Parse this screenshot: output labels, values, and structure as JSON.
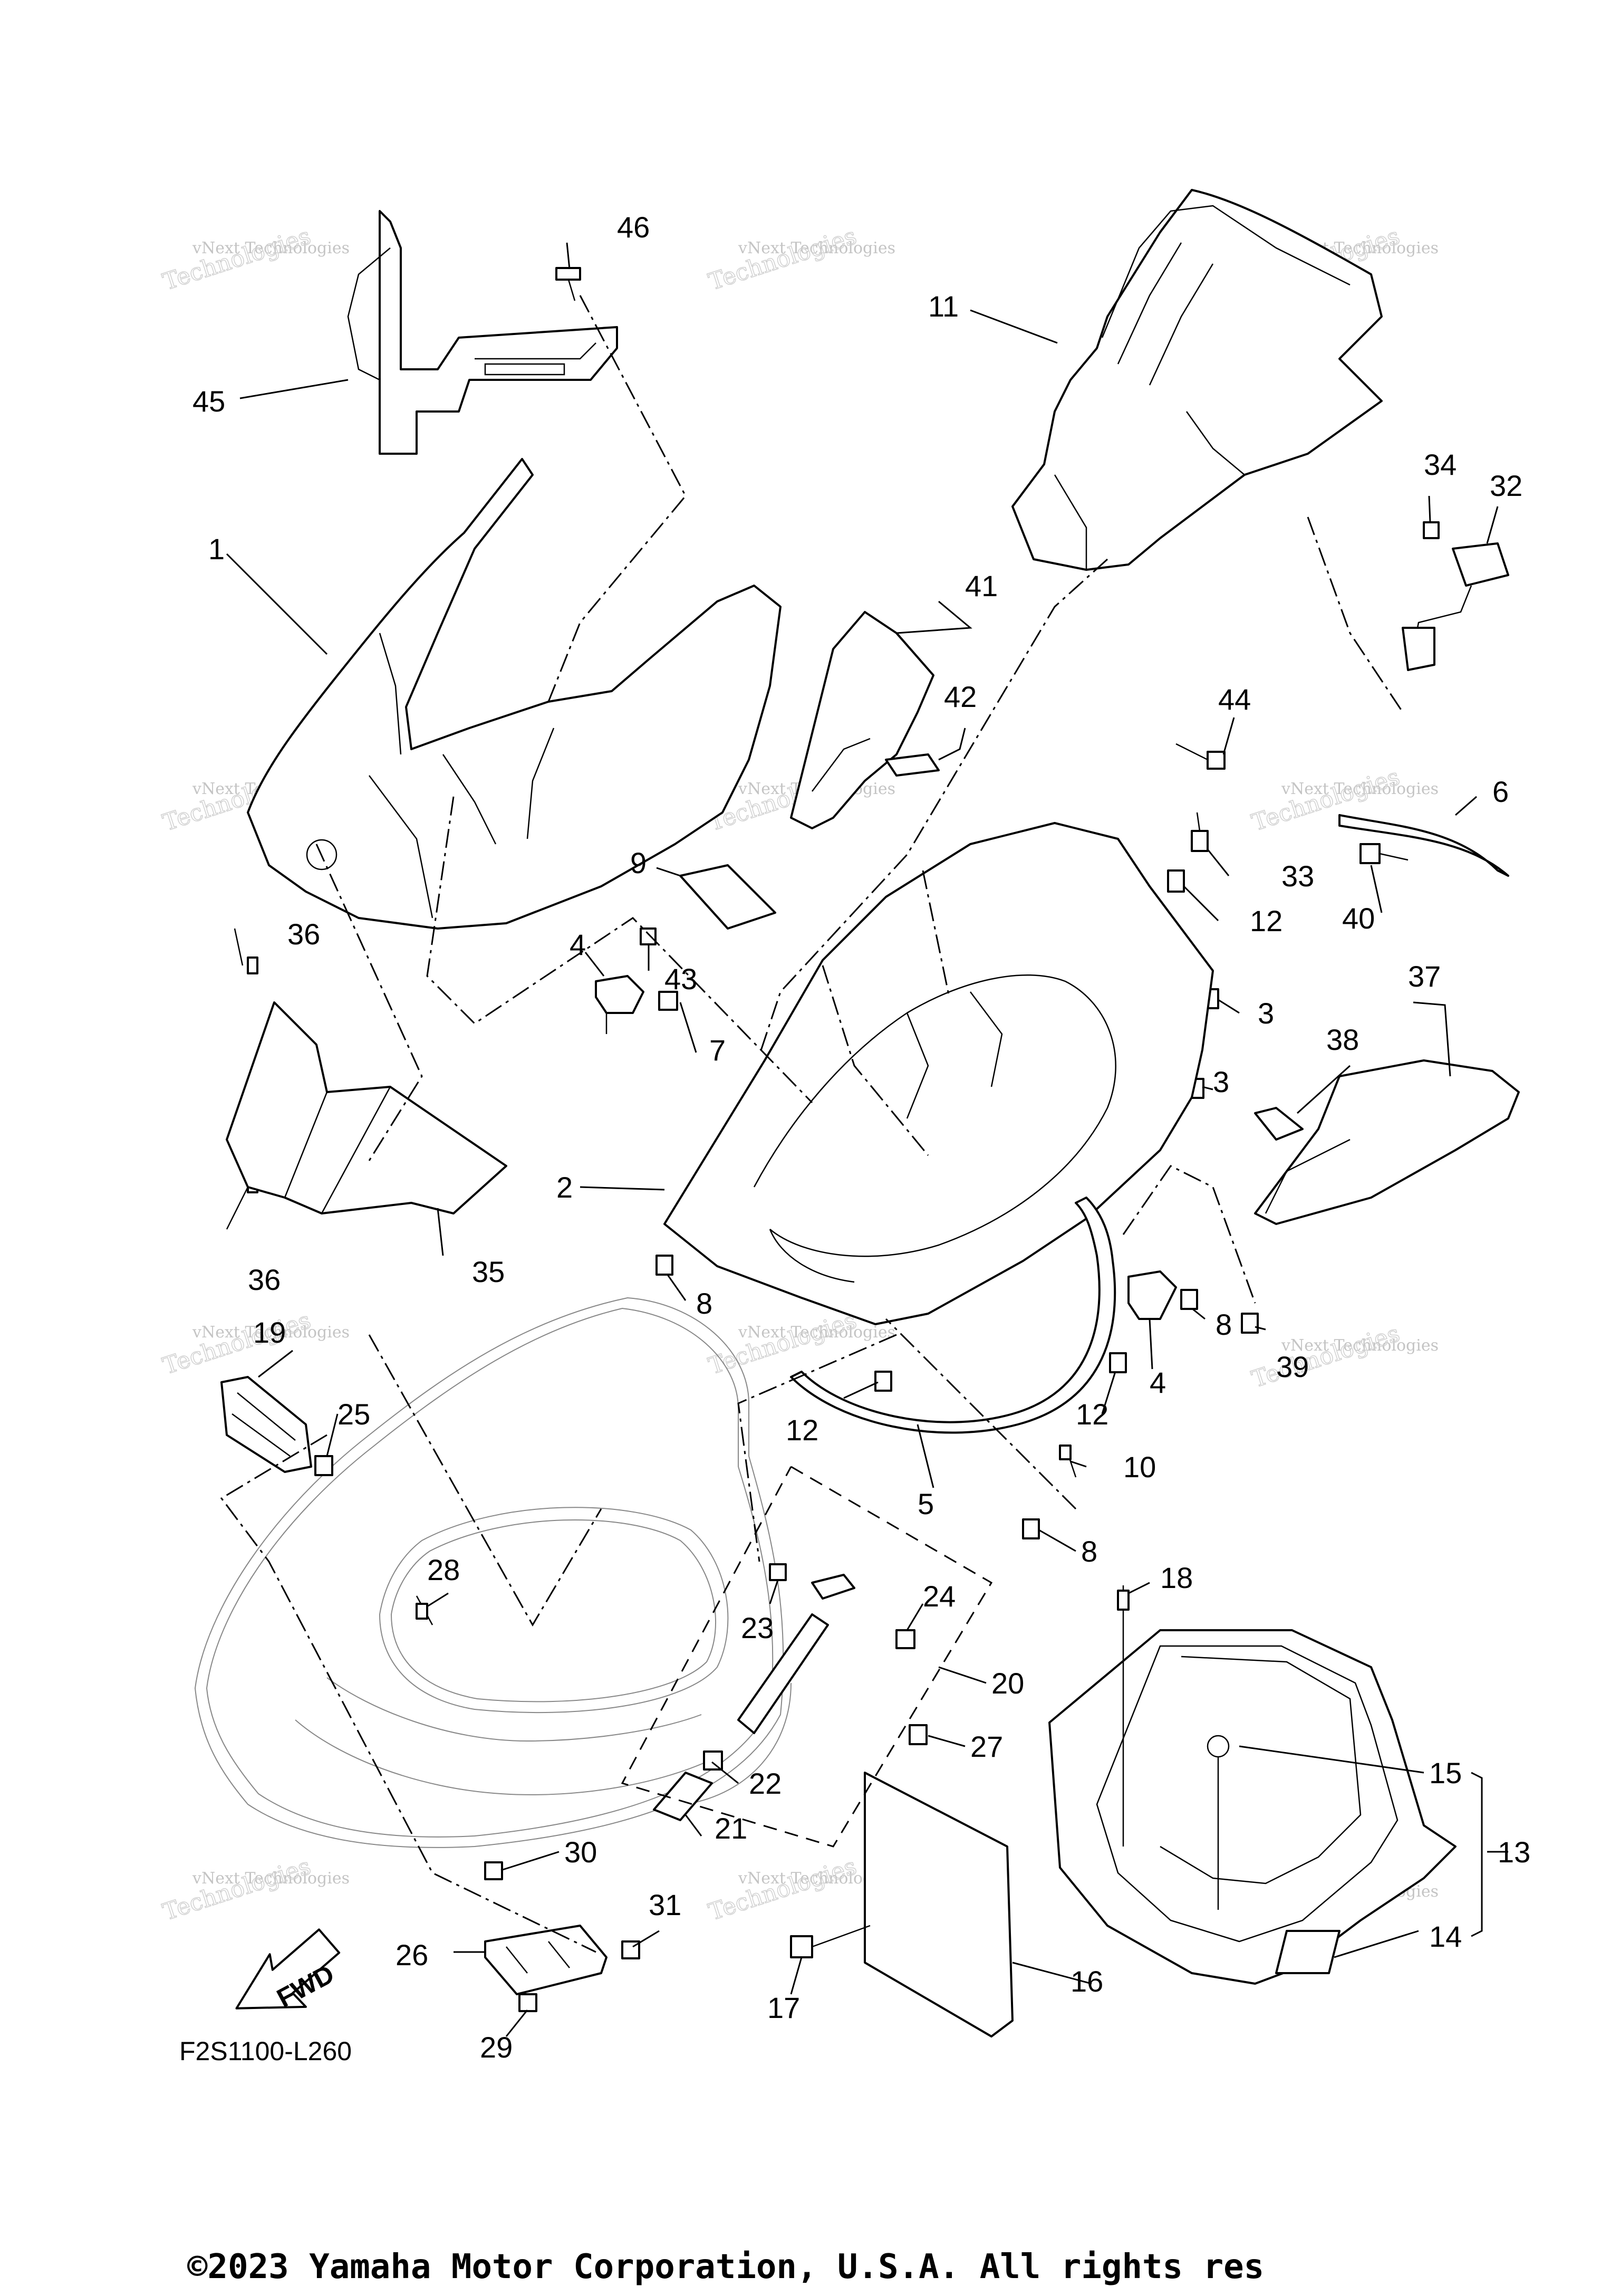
{
  "diagram": {
    "drawing_code": "F2S1100-L260",
    "copyright": "©2023 Yamaha Motor Corporation, U.S.A. All rights res",
    "direction_arrow_label": "FWD",
    "watermark_text_small": "vNext Technologies",
    "watermark_text_large": "Technologies",
    "callouts": [
      {
        "id": "c46",
        "label": "46"
      },
      {
        "id": "c11",
        "label": "11"
      },
      {
        "id": "c45",
        "label": "45"
      },
      {
        "id": "c34",
        "label": "34"
      },
      {
        "id": "c32",
        "label": "32"
      },
      {
        "id": "c1",
        "label": "1"
      },
      {
        "id": "c41",
        "label": "41"
      },
      {
        "id": "c42",
        "label": "42"
      },
      {
        "id": "c44",
        "label": "44"
      },
      {
        "id": "c6",
        "label": "6"
      },
      {
        "id": "c9",
        "label": "9"
      },
      {
        "id": "c33",
        "label": "33"
      },
      {
        "id": "c40",
        "label": "40"
      },
      {
        "id": "c36a",
        "label": "36"
      },
      {
        "id": "c12a",
        "label": "12"
      },
      {
        "id": "c4a",
        "label": "4"
      },
      {
        "id": "c43",
        "label": "43"
      },
      {
        "id": "c37",
        "label": "37"
      },
      {
        "id": "c3a",
        "label": "3"
      },
      {
        "id": "c7",
        "label": "7"
      },
      {
        "id": "c38",
        "label": "38"
      },
      {
        "id": "c3b",
        "label": "3"
      },
      {
        "id": "c2",
        "label": "2"
      },
      {
        "id": "c36b",
        "label": "36"
      },
      {
        "id": "c35",
        "label": "35"
      },
      {
        "id": "c8a",
        "label": "8"
      },
      {
        "id": "c8b",
        "label": "8"
      },
      {
        "id": "c39",
        "label": "39"
      },
      {
        "id": "c19",
        "label": "19"
      },
      {
        "id": "c25",
        "label": "25"
      },
      {
        "id": "c4b",
        "label": "4"
      },
      {
        "id": "c12b",
        "label": "12"
      },
      {
        "id": "c12c",
        "label": "12"
      },
      {
        "id": "c10",
        "label": "10"
      },
      {
        "id": "c5",
        "label": "5"
      },
      {
        "id": "c8c",
        "label": "8"
      },
      {
        "id": "c28",
        "label": "28"
      },
      {
        "id": "c18",
        "label": "18"
      },
      {
        "id": "c23",
        "label": "23"
      },
      {
        "id": "c24",
        "label": "24"
      },
      {
        "id": "c20",
        "label": "20"
      },
      {
        "id": "c27",
        "label": "27"
      },
      {
        "id": "c15",
        "label": "15"
      },
      {
        "id": "c22",
        "label": "22"
      },
      {
        "id": "c21",
        "label": "21"
      },
      {
        "id": "c13",
        "label": "13"
      },
      {
        "id": "c30",
        "label": "30"
      },
      {
        "id": "c31",
        "label": "31"
      },
      {
        "id": "c14",
        "label": "14"
      },
      {
        "id": "c26",
        "label": "26"
      },
      {
        "id": "c16",
        "label": "16"
      },
      {
        "id": "c17",
        "label": "17"
      },
      {
        "id": "c29",
        "label": "29"
      }
    ]
  }
}
